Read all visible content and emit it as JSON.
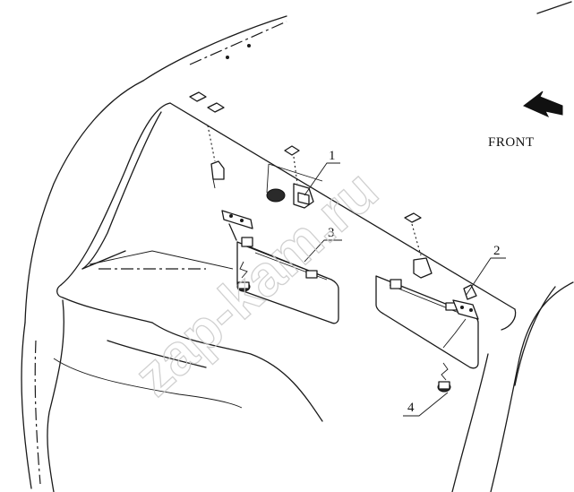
{
  "diagram": {
    "direction_label": "FRONT",
    "callouts": [
      {
        "id": "1",
        "text": "1"
      },
      {
        "id": "2",
        "text": "2"
      },
      {
        "id": "3",
        "text": "3"
      },
      {
        "id": "4",
        "text": "4"
      }
    ],
    "watermark": "zap-kam.ru",
    "colors": {
      "line": "#1a1a1a",
      "background": "#ffffff",
      "watermark": "#c8c8c8"
    }
  }
}
